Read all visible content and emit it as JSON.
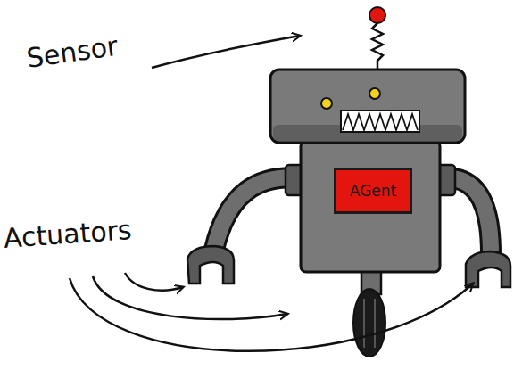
{
  "diagram": {
    "nodes": [
      {
        "text": [
          "AGent"
        ]
      }
    ],
    "labels": [
      "Sensor",
      "Actuators"
    ]
  }
}
